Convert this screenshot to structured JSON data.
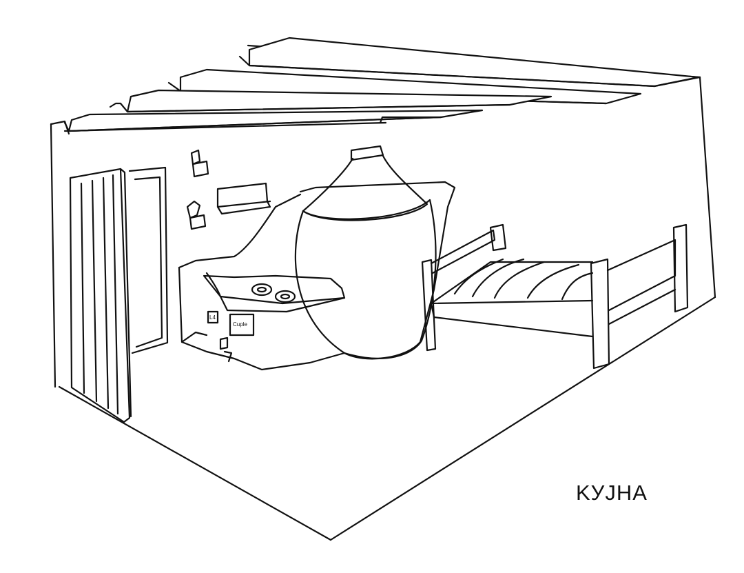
{
  "caption": "KУJHA",
  "stove": {
    "small_plate": "L4",
    "door_plate": "Cuple"
  },
  "colors": {
    "ink": "#111111",
    "paper": "#ffffff"
  }
}
